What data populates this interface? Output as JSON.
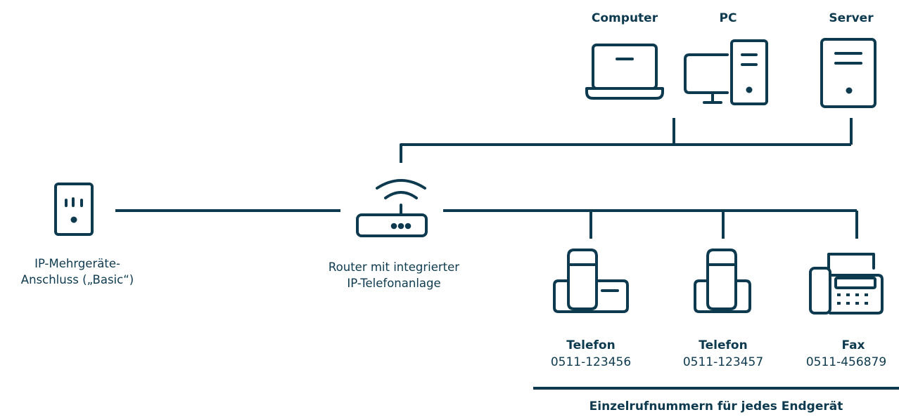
{
  "colors": {
    "primary": "#0d3a4f",
    "background": "#ffffff"
  },
  "nodes": {
    "computer": {
      "title": "Computer",
      "icon": "laptop-icon"
    },
    "pc": {
      "title": "PC",
      "icon": "desktop-pc-icon"
    },
    "server": {
      "title": "Server",
      "icon": "server-icon"
    },
    "connection": {
      "line1": "IP-Mehrgeräte-",
      "line2": "Anschluss („Basic“)",
      "icon": "wall-socket-icon"
    },
    "router": {
      "line1": "Router mit integrierter",
      "line2": "IP-Telefonanlage",
      "icon": "wifi-router-icon"
    },
    "phone1": {
      "title": "Telefon",
      "number": "0511-123456",
      "icon": "cordless-phone-icon"
    },
    "phone2": {
      "title": "Telefon",
      "number": "0511-123457",
      "icon": "cordless-phone-icon"
    },
    "fax": {
      "title": "Fax",
      "number": "0511-456879",
      "icon": "fax-icon"
    }
  },
  "footer": {
    "caption": "Einzelrufnummern für jedes Endgerät"
  }
}
